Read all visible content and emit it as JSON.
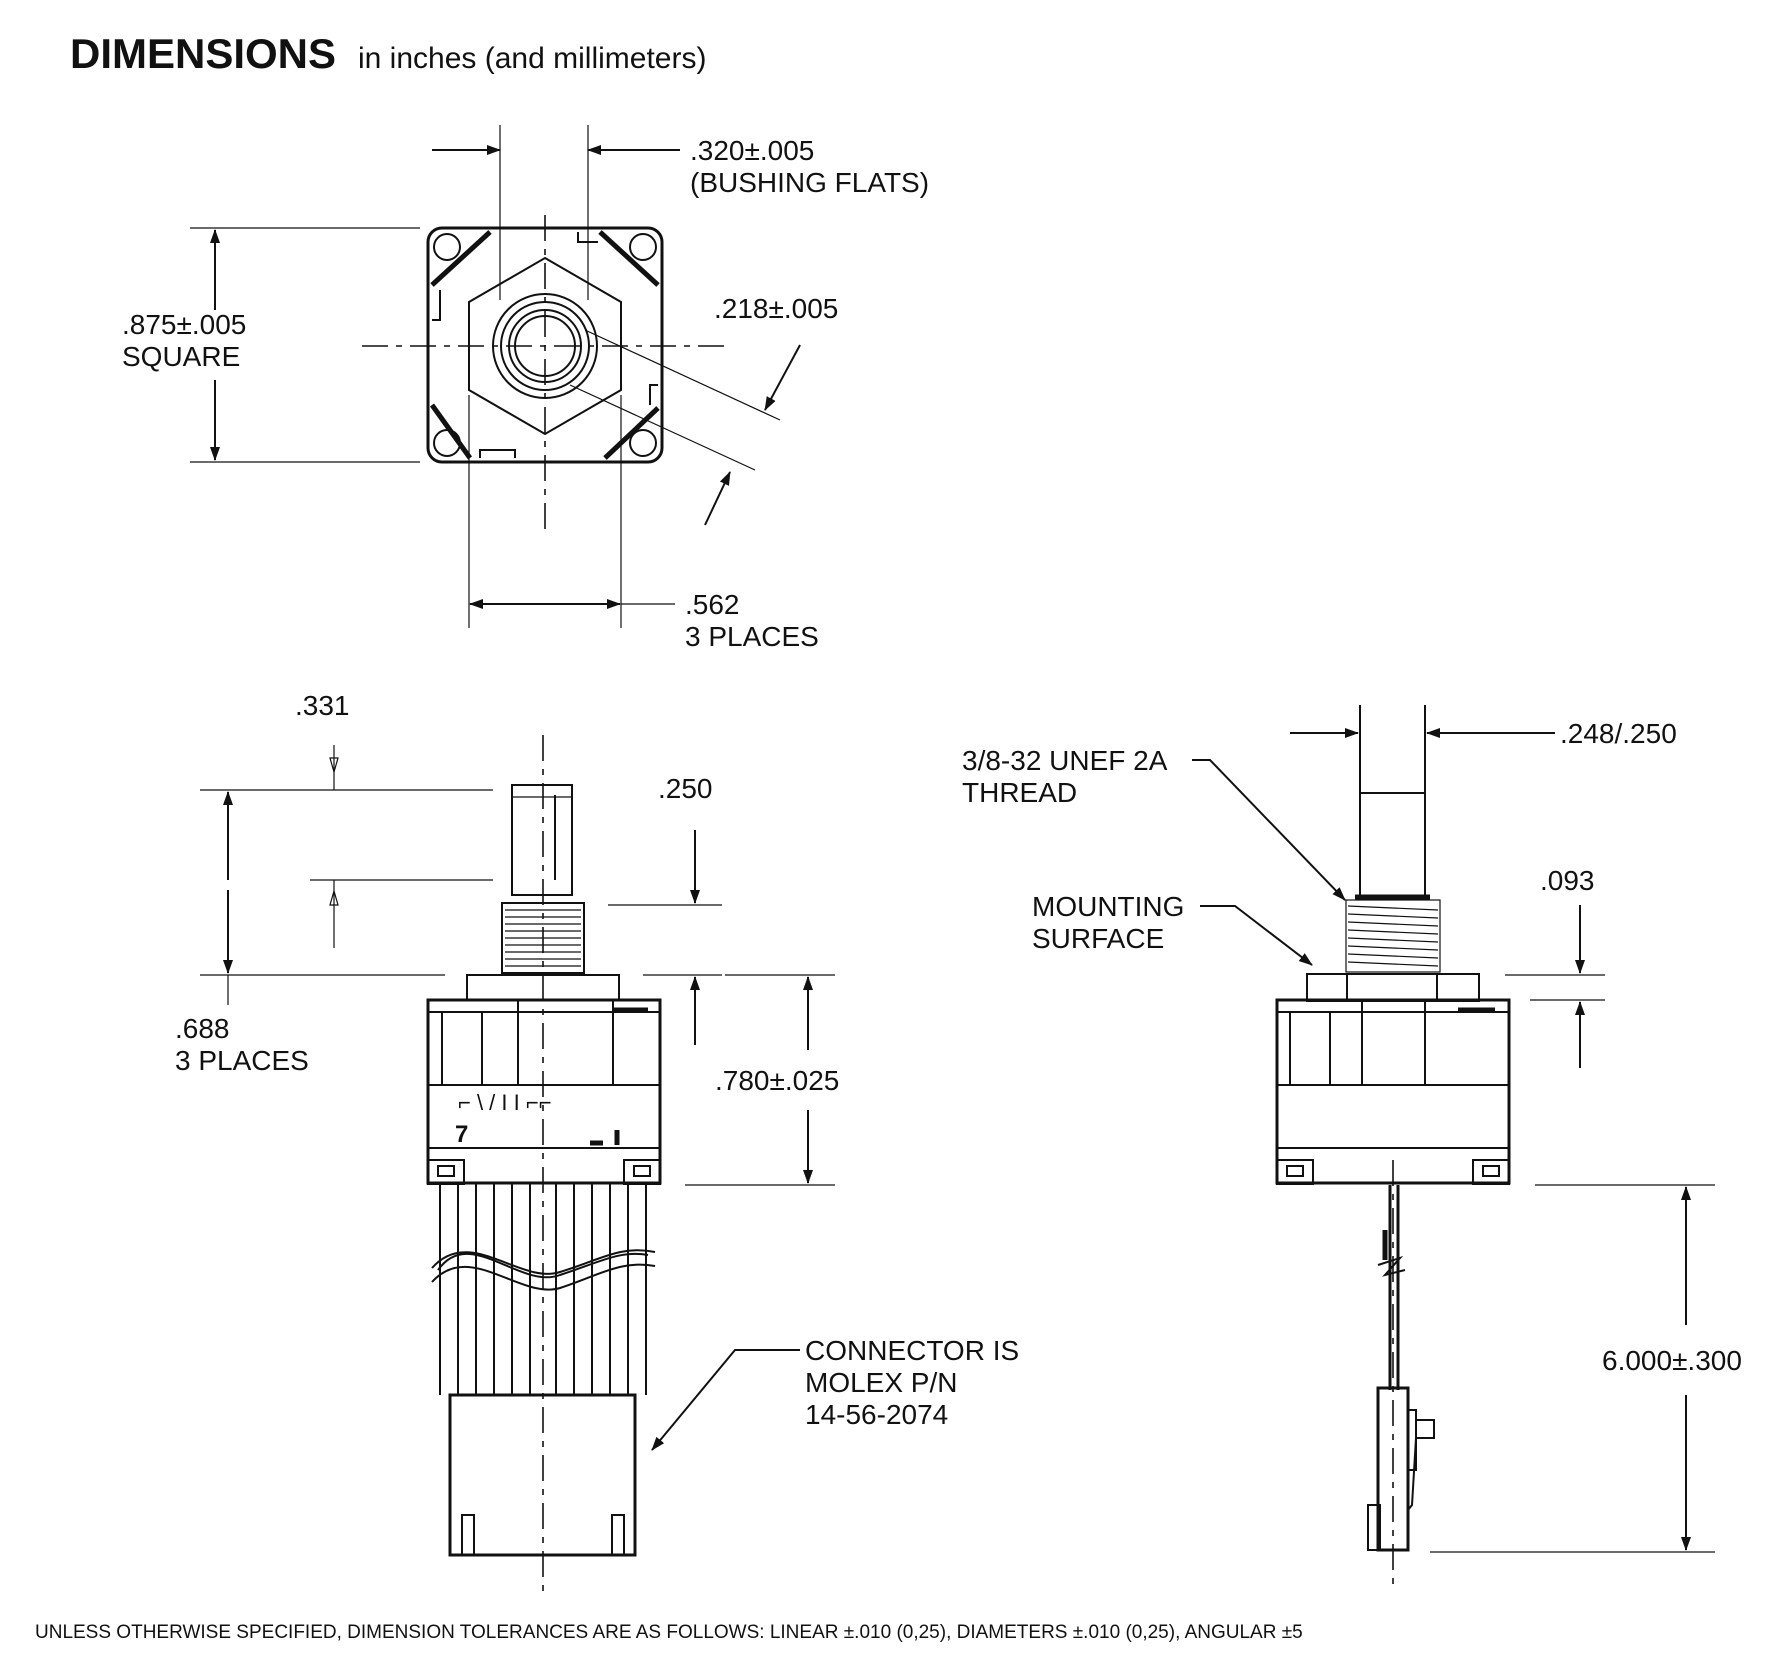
{
  "title": {
    "main": "DIMENSIONS",
    "sub": "in inches (and millimeters)"
  },
  "top_view": {
    "flats_value": ".320±.005",
    "flats_note": "(BUSHING FLATS)",
    "square_value": ".875±.005",
    "square_note": "SQUARE",
    "bore_value": ".218±.005",
    "hex_value": ".562",
    "hex_note": "3 PLACES"
  },
  "side_view_left": {
    "shaft_top_value": ".331",
    "slot_value": ".250",
    "shaft_len_value": ".688",
    "shaft_len_note": "3 PLACES",
    "body_height_value": ".780±.025",
    "connector_line1": "CONNECTOR IS",
    "connector_line2": "MOLEX P/N",
    "connector_line3": "14-56-2074"
  },
  "side_view_right": {
    "shaft_dia_value": ".248/.250",
    "thread_line1": "3/8-32 UNEF 2A",
    "thread_line2": "THREAD",
    "mount_line1": "MOUNTING",
    "mount_line2": "SURFACE",
    "flange_value": ".093",
    "lead_length_value": "6.000±.300"
  },
  "footer_note": "UNLESS OTHERWISE SPECIFIED, DIMENSION TOLERANCES ARE AS FOLLOWS: LINEAR ±.010 (0,25), DIAMETERS ±.010 (0,25), ANGULAR ±5"
}
